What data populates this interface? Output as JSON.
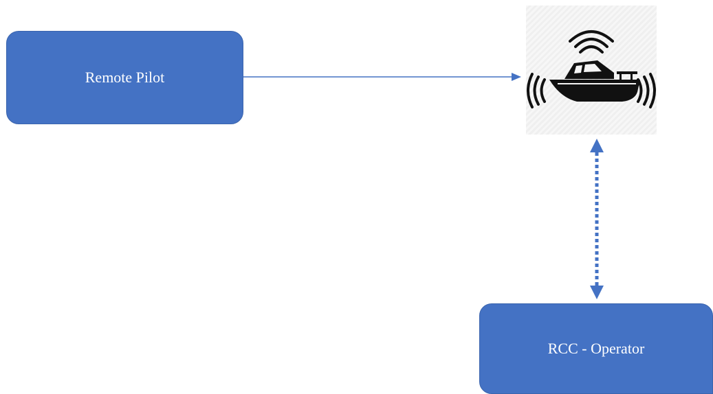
{
  "nodes": {
    "remote_pilot": {
      "label": "Remote Pilot"
    },
    "rcc_operator": {
      "label": "RCC - Operator"
    }
  },
  "icons": {
    "vessel": "remote-controlled-boat-icon"
  },
  "colors": {
    "node_fill": "#4472c4",
    "node_text": "#ffffff",
    "connector": "#4472c4",
    "icon": "#111111"
  },
  "edges": [
    {
      "from": "Remote Pilot",
      "to": "vessel",
      "style": "solid",
      "direction": "one-way"
    },
    {
      "from": "vessel",
      "to": "RCC - Operator",
      "style": "dotted",
      "direction": "two-way"
    }
  ]
}
